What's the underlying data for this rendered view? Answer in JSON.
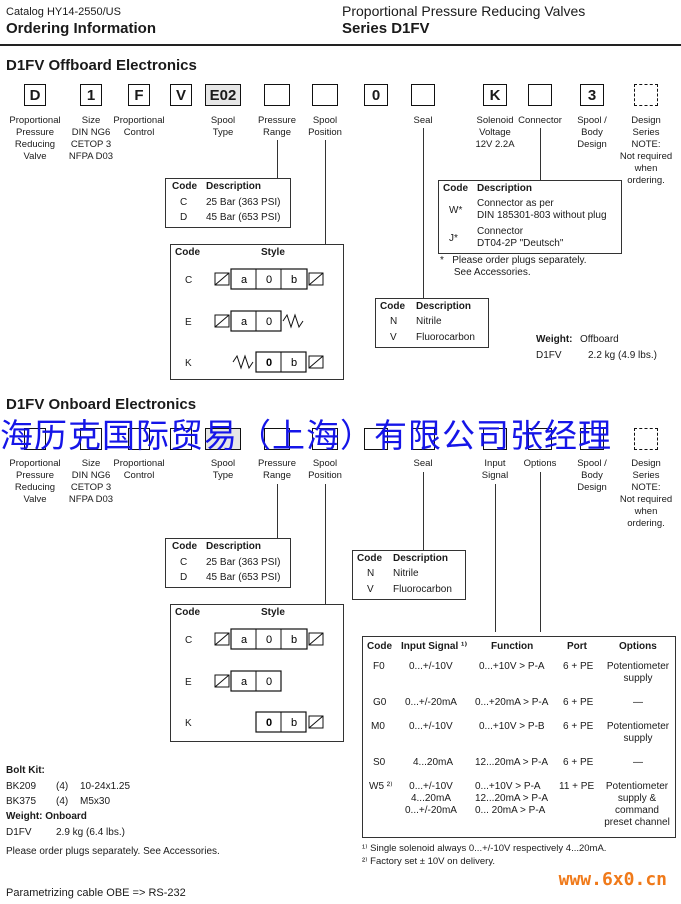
{
  "header": {
    "catalog": "Catalog HY14-2550/US",
    "ordering_info": "Ordering Information",
    "product_line": "Proportional Pressure Reducing Valves",
    "series": "Series D1FV"
  },
  "offboard": {
    "title": "D1FV Offboard Electronics",
    "code_boxes": [
      "D",
      "1",
      "F",
      "V",
      "E02",
      "",
      "",
      "0",
      "",
      "K",
      "",
      "3",
      ""
    ],
    "labels": {
      "valve": "Proportional\nPressure\nReducing\nValve",
      "size": "Size\nDIN NG6\nCETOP 3\nNFPA D03",
      "control": "Proportional\nControl",
      "spool_type": "Spool\nType",
      "pressure_range": "Pressure\nRange",
      "spool_position": "Spool\nPosition",
      "seal": "Seal",
      "solenoid_voltage": "Solenoid\nVoltage\n12V 2.2A",
      "connector": "Connector",
      "spool_body": "Spool /\nBody\nDesign",
      "design_series": "Design\nSeries\nNOTE:\nNot required\nwhen\nordering."
    },
    "pressure_table": {
      "h_code": "Code",
      "h_desc": "Description",
      "rows": [
        {
          "code": "C",
          "desc": "25 Bar (363 PSI)"
        },
        {
          "code": "D",
          "desc": "45 Bar (653 PSI)"
        }
      ]
    },
    "style_table": {
      "h_code": "Code",
      "h_style": "Style",
      "rows": [
        "C",
        "E",
        "K"
      ]
    },
    "connector_table": {
      "h_code": "Code",
      "h_desc": "Description",
      "rows": [
        {
          "code": "W*",
          "desc": "Connector as per\nDIN 185301-803 without plug"
        },
        {
          "code": "J*",
          "desc": "Connector\nDT04-2P \"Deutsch\""
        }
      ],
      "note": "*   Please order plugs separately.\n     See Accessories."
    },
    "seal_table": {
      "h_code": "Code",
      "h_desc": "Description",
      "rows": [
        {
          "code": "N",
          "desc": "Nitrile"
        },
        {
          "code": "V",
          "desc": "Fluorocarbon"
        }
      ]
    },
    "weight": {
      "label": "Weight:",
      "type": "Offboard",
      "model": "D1FV",
      "value": "2.2 kg (4.9 lbs.)"
    }
  },
  "onboard": {
    "title": "D1FV Onboard Electronics",
    "labels": {
      "valve": "Proportional\nPressure\nReducing\nValve",
      "size": "Size\nDIN NG6\nCETOP 3\nNFPA D03",
      "control": "Proportional\nControl",
      "spool_type": "Spool\nType",
      "pressure_range": "Pressure\nRange",
      "spool_position": "Spool\nPosition",
      "seal": "Seal",
      "input_signal": "Input\nSignal",
      "options": "Options",
      "spool_body": "Spool /\nBody\nDesign",
      "design_series": "Design\nSeries\nNOTE:\nNot required\nwhen\nordering."
    },
    "pressure_table": {
      "h_code": "Code",
      "h_desc": "Description",
      "rows": [
        {
          "code": "C",
          "desc": "25 Bar (363 PSI)"
        },
        {
          "code": "D",
          "desc": "45 Bar (653 PSI)"
        }
      ]
    },
    "seal_table": {
      "h_code": "Code",
      "h_desc": "Description",
      "rows": [
        {
          "code": "N",
          "desc": "Nitrile"
        },
        {
          "code": "V",
          "desc": "Fluorocarbon"
        }
      ]
    },
    "style_table": {
      "h_code": "Code",
      "h_style": "Style",
      "rows": [
        "C",
        "E",
        "K"
      ]
    },
    "input_table": {
      "headers": [
        "Code",
        "Input Signal ¹⁾",
        "Function",
        "Port",
        "Options"
      ],
      "rows": [
        [
          "F0",
          "0...+/-10V",
          "0...+10V > P-A",
          "6 + PE",
          "Potentiometer\nsupply"
        ],
        [
          "G0",
          "0...+/-20mA",
          "0...+20mA > P-A",
          "6 + PE",
          "—"
        ],
        [
          "M0",
          "0...+/-10V",
          "0...+10V > P-B",
          "6 + PE",
          "Potentiometer\nsupply"
        ],
        [
          "S0",
          "4...20mA",
          "12...20mA > P-A",
          "6 + PE",
          "—"
        ],
        [
          "W5 ²⁾",
          "0...+/-10V\n4...20mA\n0...+/-20mA",
          "0...+10V > P-A\n12...20mA > P-A\n0... 20mA > P-A",
          "11 + PE",
          "Potentiometer\nsupply &\ncommand\npreset channel"
        ]
      ],
      "footnotes": [
        "¹⁾ Single solenoid always 0...+/-10V respectively 4...20mA.",
        "²⁾ Factory set ± 10V on delivery."
      ]
    }
  },
  "bolt_kit": {
    "title": "Bolt Kit:",
    "items": [
      {
        "code": "BK209",
        "qty": "(4)",
        "desc": "10-24x1.25"
      },
      {
        "code": "BK375",
        "qty": "(4)",
        "desc": "M5x30"
      }
    ],
    "weight_title": "Weight: Onboard",
    "weight_model": "D1FV",
    "weight_value": "2.9 kg (6.4 lbs.)",
    "note": "Please order plugs separately. See Accessories."
  },
  "cable": "Parametrizing cable OBE => RS-232",
  "watermark": "海历克国际贸易（上海）有限公司张经理",
  "site_logo": "www.6x0.cn"
}
